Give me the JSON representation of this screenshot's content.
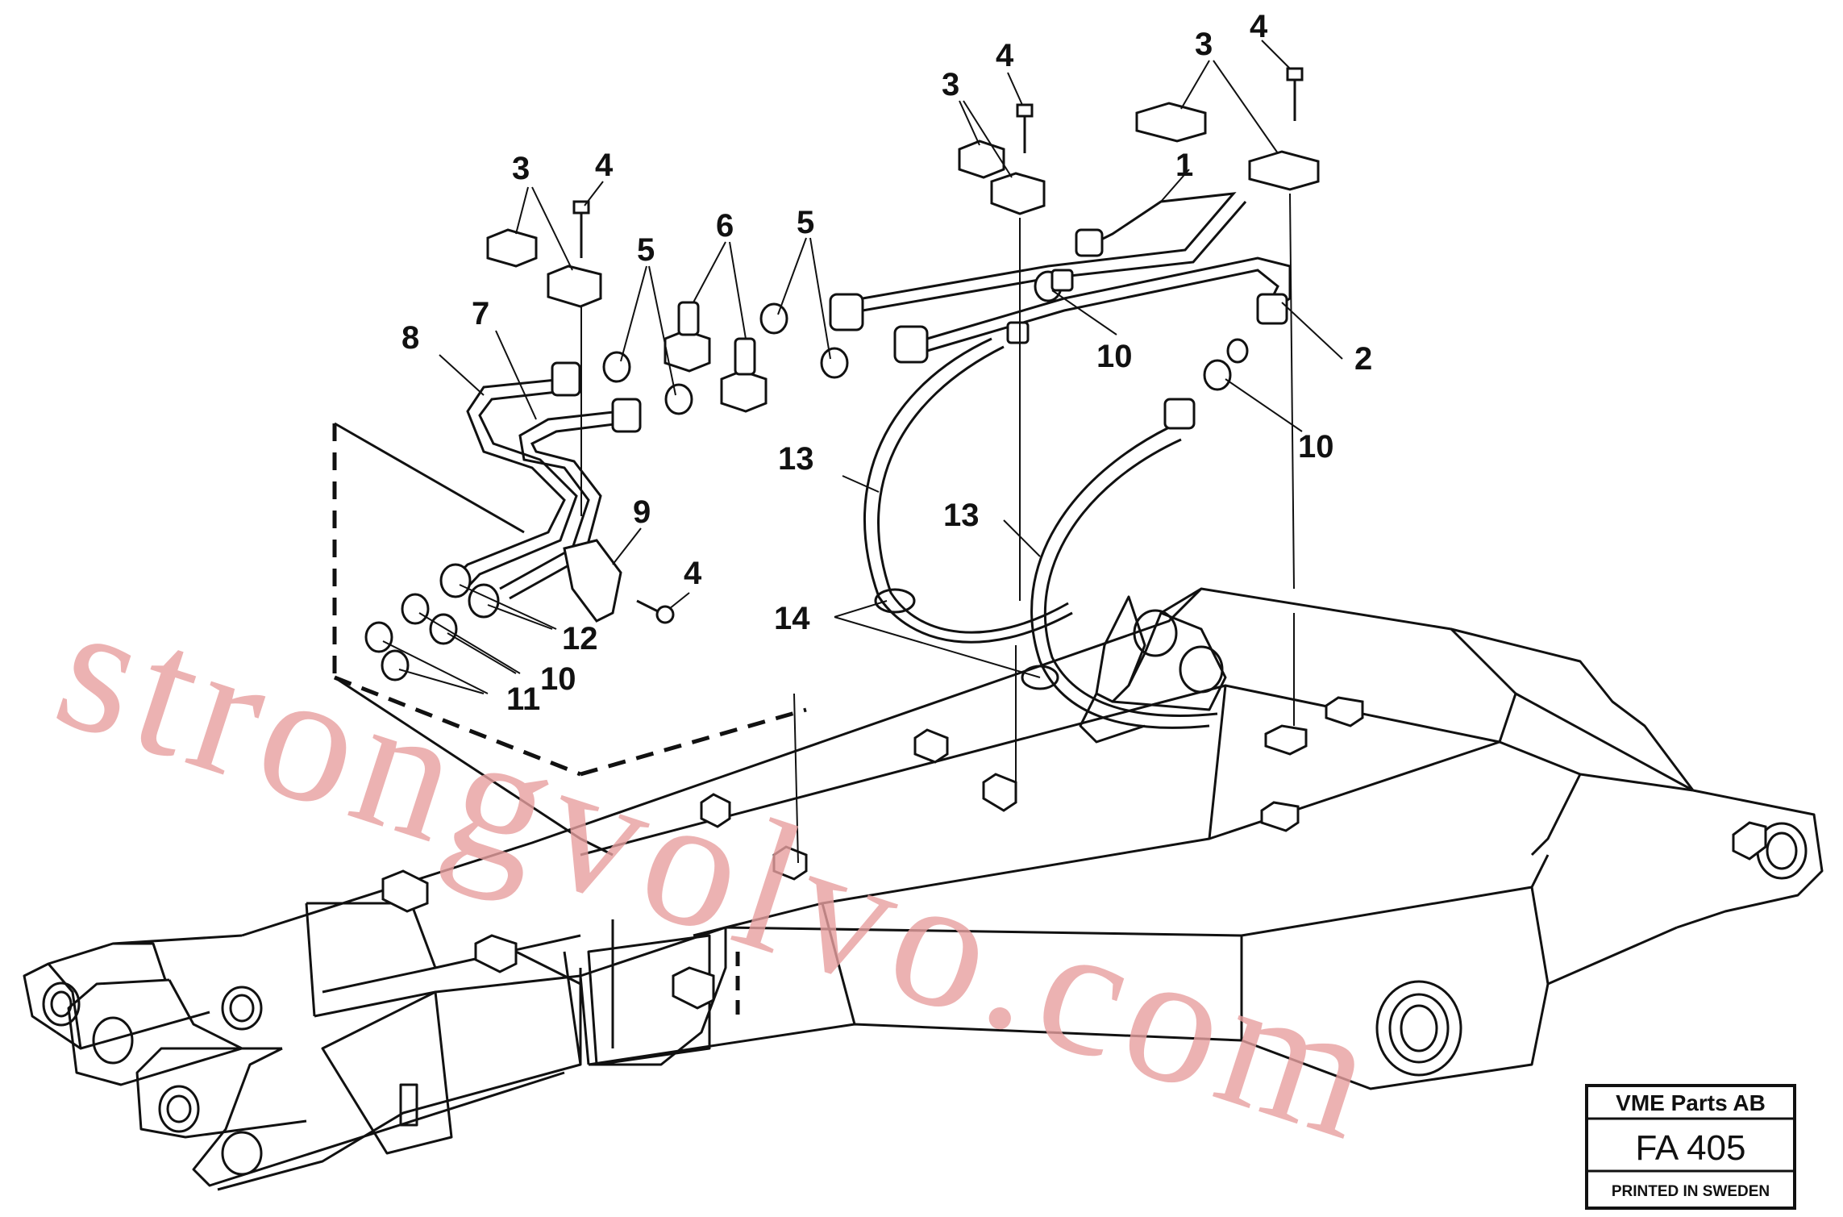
{
  "callouts": [
    {
      "id": "c1",
      "text": "1"
    },
    {
      "id": "c2",
      "text": "2"
    },
    {
      "id": "c3a",
      "text": "3"
    },
    {
      "id": "c3b",
      "text": "3"
    },
    {
      "id": "c3c",
      "text": "3"
    },
    {
      "id": "c4a",
      "text": "4"
    },
    {
      "id": "c4b",
      "text": "4"
    },
    {
      "id": "c4c",
      "text": "4"
    },
    {
      "id": "c4d",
      "text": "4"
    },
    {
      "id": "c5a",
      "text": "5"
    },
    {
      "id": "c5b",
      "text": "5"
    },
    {
      "id": "c6",
      "text": "6"
    },
    {
      "id": "c7",
      "text": "7"
    },
    {
      "id": "c8",
      "text": "8"
    },
    {
      "id": "c9",
      "text": "9"
    },
    {
      "id": "c10a",
      "text": "10"
    },
    {
      "id": "c10b",
      "text": "10"
    },
    {
      "id": "c10c",
      "text": "10"
    },
    {
      "id": "c11",
      "text": "11"
    },
    {
      "id": "c12",
      "text": "12"
    },
    {
      "id": "c13a",
      "text": "13"
    },
    {
      "id": "c13b",
      "text": "13"
    },
    {
      "id": "c14",
      "text": "14"
    }
  ],
  "watermark": "strongvolvo.com",
  "title_block": {
    "company": "VME Parts AB",
    "code": "FA 405",
    "printed": "PRINTED IN SWEDEN"
  },
  "colors": {
    "line": "#111111",
    "watermark": "#e8a0a0"
  }
}
